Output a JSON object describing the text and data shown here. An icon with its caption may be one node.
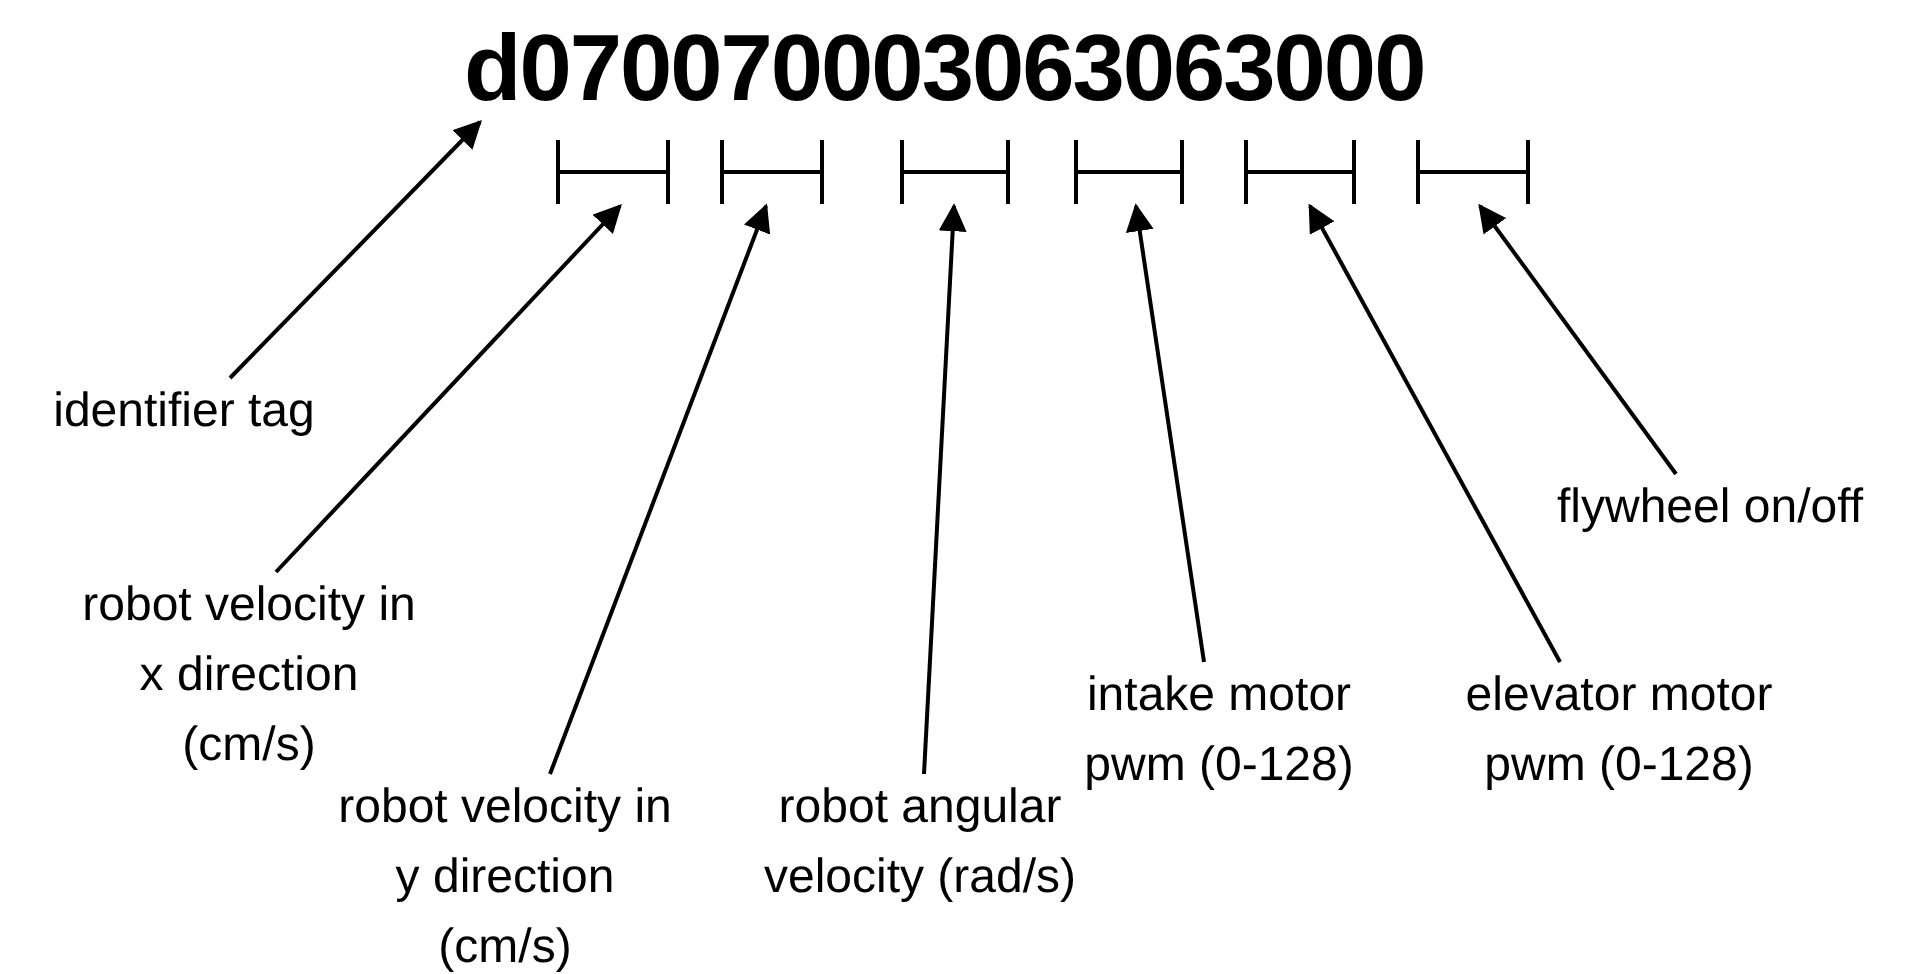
{
  "diagram": {
    "nodes": [
      {
        "text": [
          "d070070003063063000"
        ]
      },
      {
        "text": [],
        "shape": "bracket"
      },
      {
        "text": [],
        "shape": "bracket"
      },
      {
        "text": [],
        "shape": "bracket"
      },
      {
        "text": [],
        "shape": "bracket"
      },
      {
        "text": [],
        "shape": "bracket"
      },
      {
        "text": [],
        "shape": "bracket"
      },
      {
        "text": [
          "identifier tag"
        ]
      },
      {
        "text": [
          "robot velocity in x direction (cm/s)"
        ]
      },
      {
        "text": [
          "robot velocity in y direction (cm/s)"
        ]
      },
      {
        "text": [
          "robot angular velocity (rad/s)"
        ]
      },
      {
        "text": [
          "intake motor pwm (0-128)"
        ]
      },
      {
        "text": [
          "elevator motor pwm (0-128)"
        ]
      },
      {
        "text": [
          "flywheel on/off"
        ]
      }
    ],
    "edges": [
      {
        "from": 7,
        "to": 0,
        "arrow": "to"
      },
      {
        "from": 8,
        "to": 1,
        "arrow": "to"
      },
      {
        "from": 9,
        "to": 2,
        "arrow": "to"
      },
      {
        "from": 10,
        "to": 3,
        "arrow": "to"
      },
      {
        "from": 11,
        "to": 4,
        "arrow": "to"
      },
      {
        "from": 12,
        "to": 5,
        "arrow": "to"
      },
      {
        "from": 13,
        "to": 6,
        "arrow": "to"
      }
    ]
  }
}
